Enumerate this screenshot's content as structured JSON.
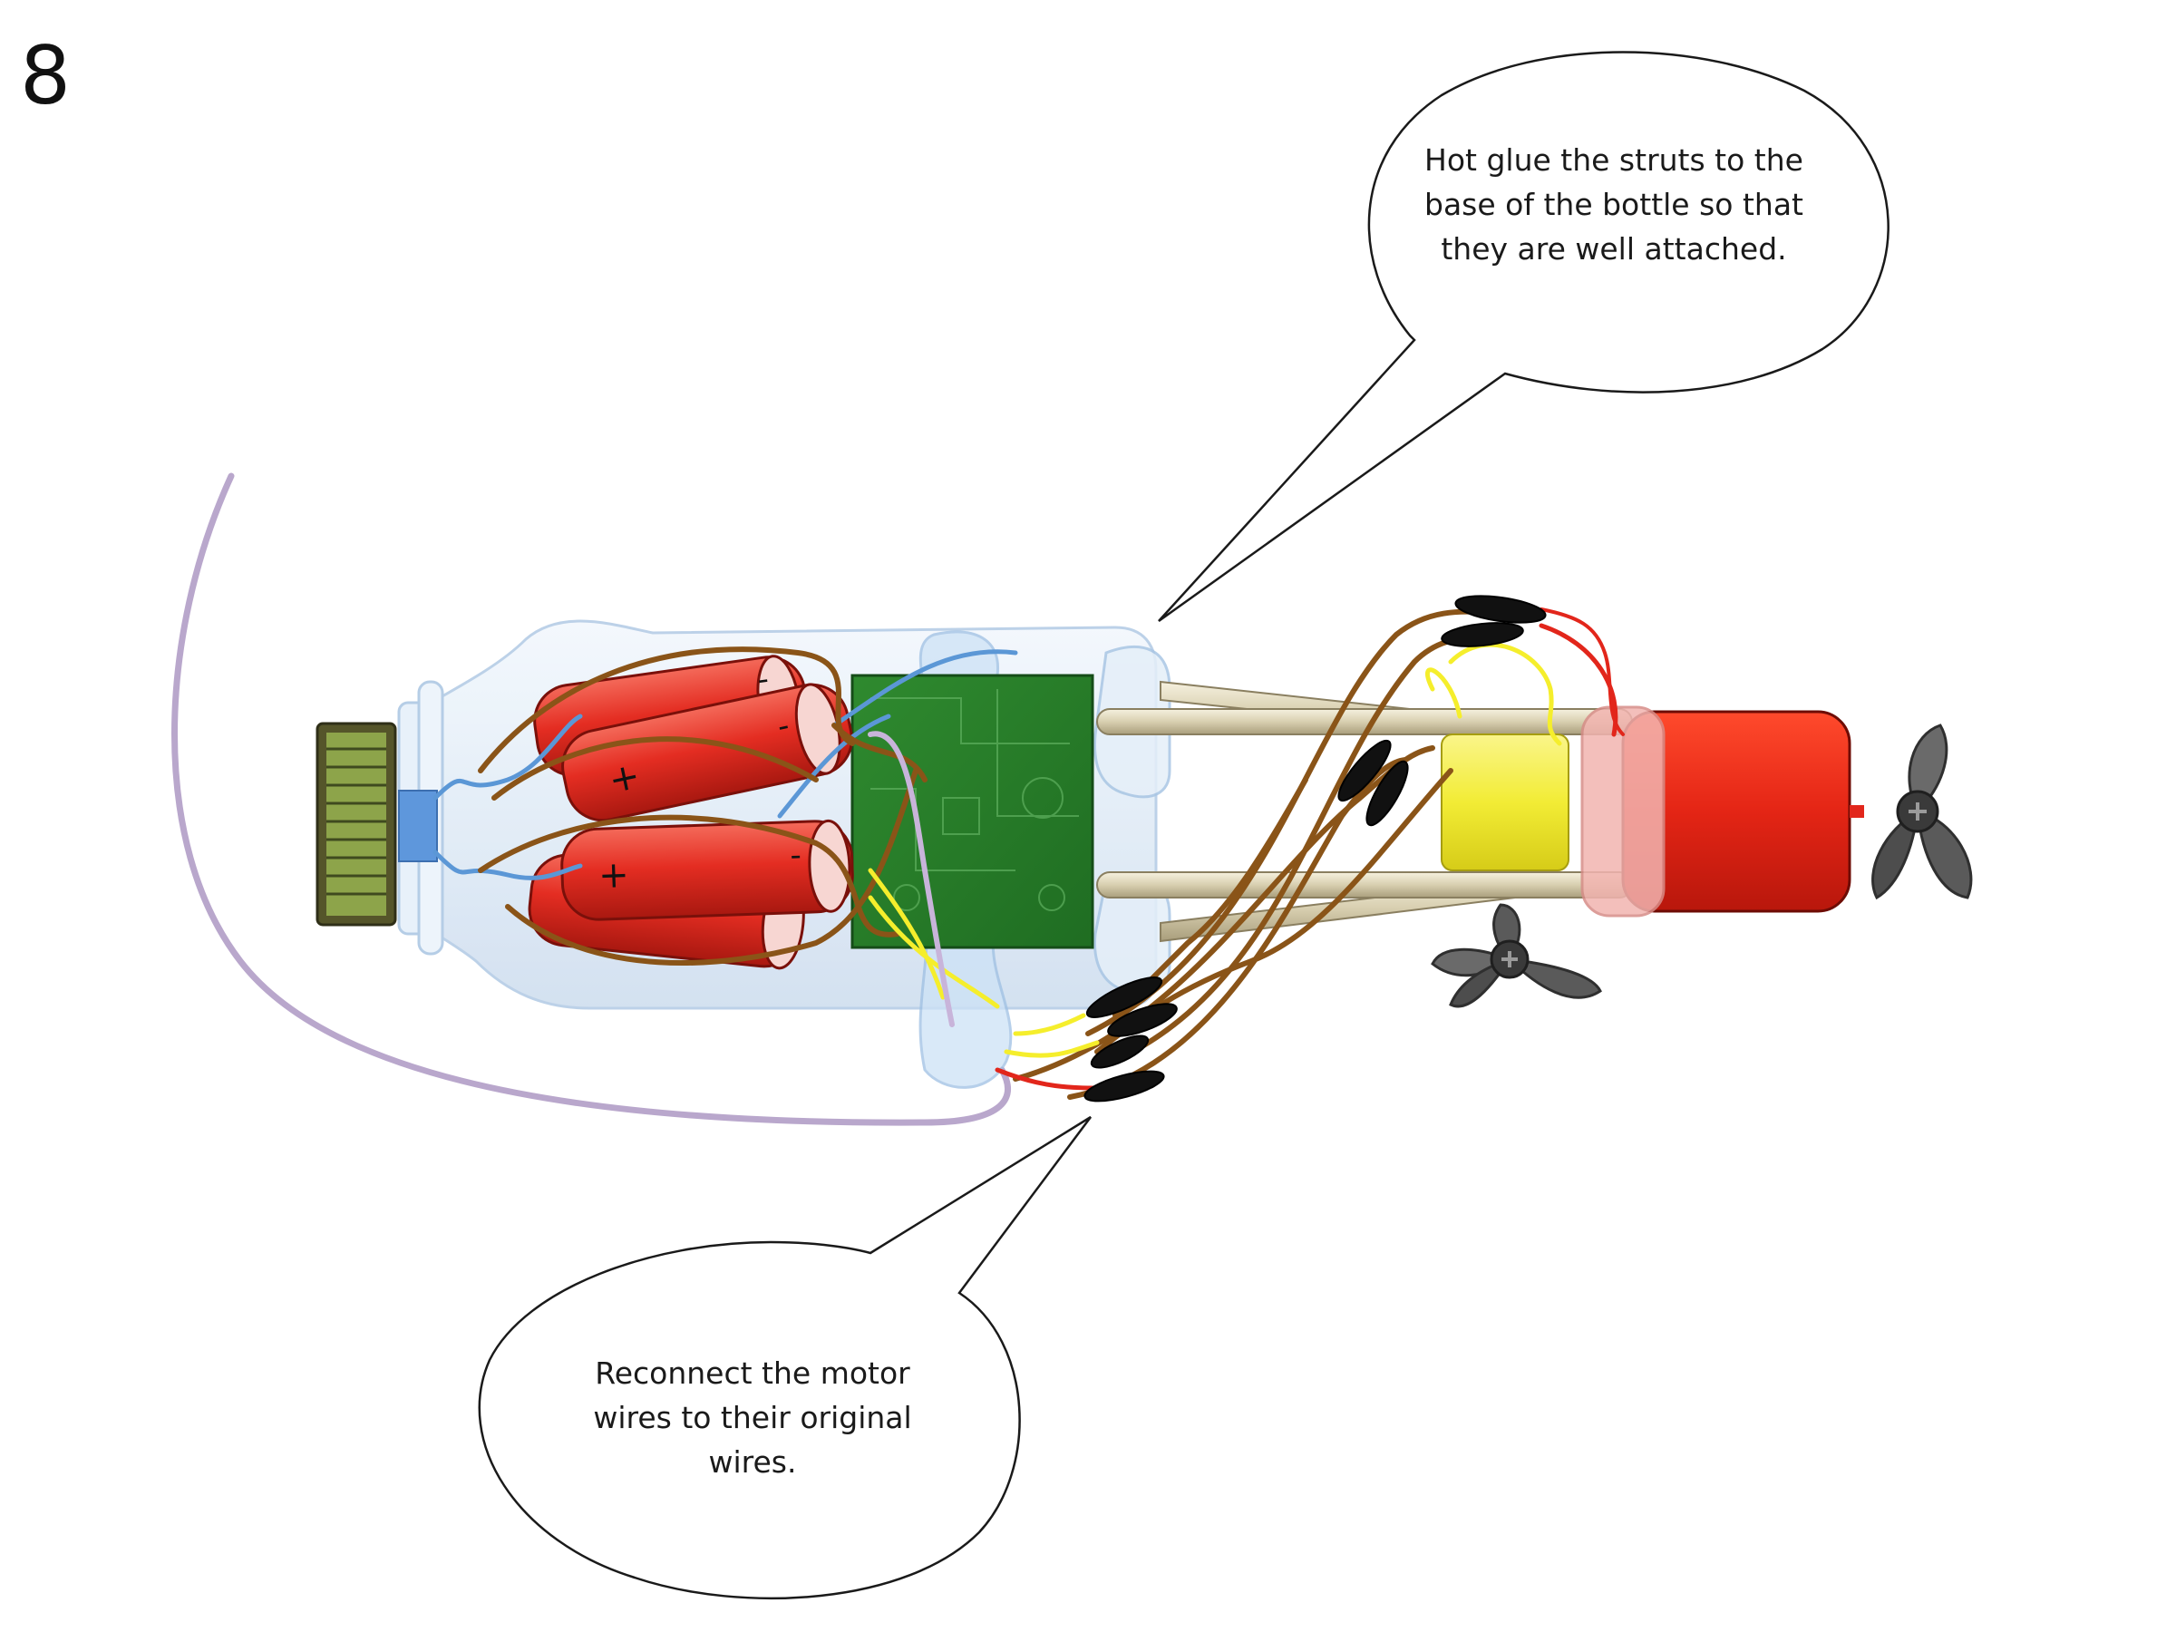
{
  "step": "8",
  "callouts": {
    "top": "Hot glue the struts to the base of the bottle so that they are well attached.",
    "bottom": "Reconnect the motor wires to their original wires."
  },
  "battery_marks": {
    "plus": "+",
    "minus": "-"
  },
  "colors": {
    "battery": "#e42d22",
    "circuit_board": "#2f8a2f",
    "motor_body": "#e02515",
    "motor_capacitor": "#f2ec35",
    "strut": "#d8cfb0",
    "tether": "#b9a7cc",
    "wire_brown": "#8a5418",
    "wire_blue": "#5b97d6",
    "wire_yellow": "#f5ee2c",
    "wire_red": "#e2261b",
    "connector": "#111111",
    "propeller": "#555555",
    "bottle": "#dbe9f6",
    "cap": "#7a9a3c"
  }
}
